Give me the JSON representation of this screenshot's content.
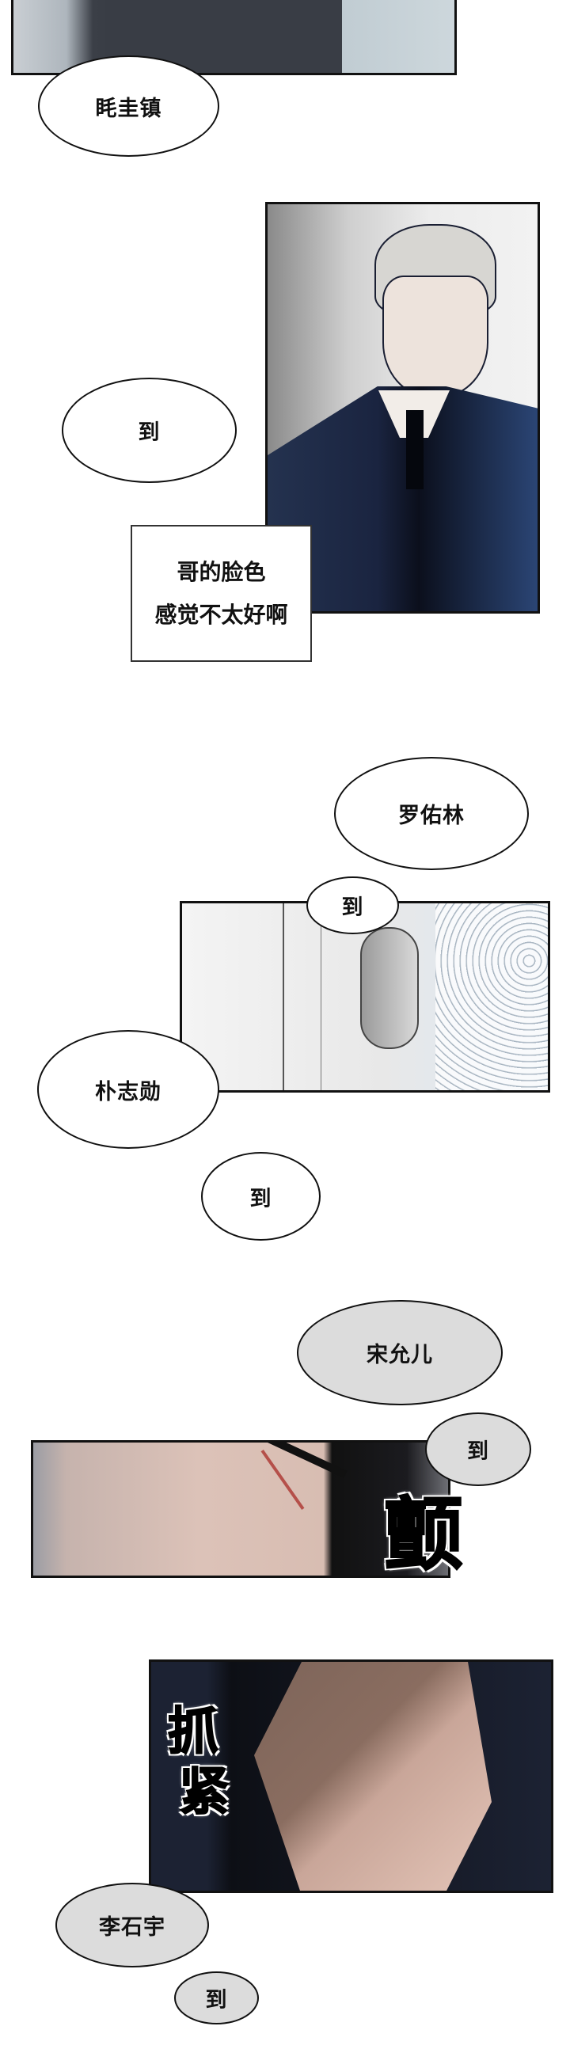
{
  "panels": [
    {
      "id": "crowd-panel",
      "description": "students in uniform, dark jacket center"
    },
    {
      "id": "man-portrait-panel",
      "description": "grey-haired man in navy suit and black tie"
    },
    {
      "id": "door-lock-panel",
      "description": "door lock and mesh fan"
    },
    {
      "id": "eye-closeup-panel",
      "description": "close-up of face and eye"
    },
    {
      "id": "hands-panel",
      "description": "hands clasping tightly"
    }
  ],
  "bubbles": [
    {
      "text": "眊圭镇",
      "style": "white"
    },
    {
      "text": "到",
      "style": "white"
    },
    {
      "text": "罗佑林",
      "style": "white"
    },
    {
      "text": "到",
      "style": "white"
    },
    {
      "text": "朴志勋",
      "style": "white"
    },
    {
      "text": "到",
      "style": "white"
    },
    {
      "text": "宋允儿",
      "style": "grey"
    },
    {
      "text": "到",
      "style": "grey"
    },
    {
      "text": "李石宇",
      "style": "grey"
    },
    {
      "text": "到",
      "style": "grey"
    }
  ],
  "caption_box": {
    "lines": [
      "哥的脸色",
      "感觉不太好啊"
    ]
  },
  "sfx": {
    "tremble": "颤",
    "grip_1": "抓",
    "grip_2": "紧"
  },
  "colors": {
    "ink": "#111111",
    "grey_bubble": "#dcdcdc",
    "suit_navy": "#1d2b4a",
    "skin": "#d9b8aa"
  }
}
